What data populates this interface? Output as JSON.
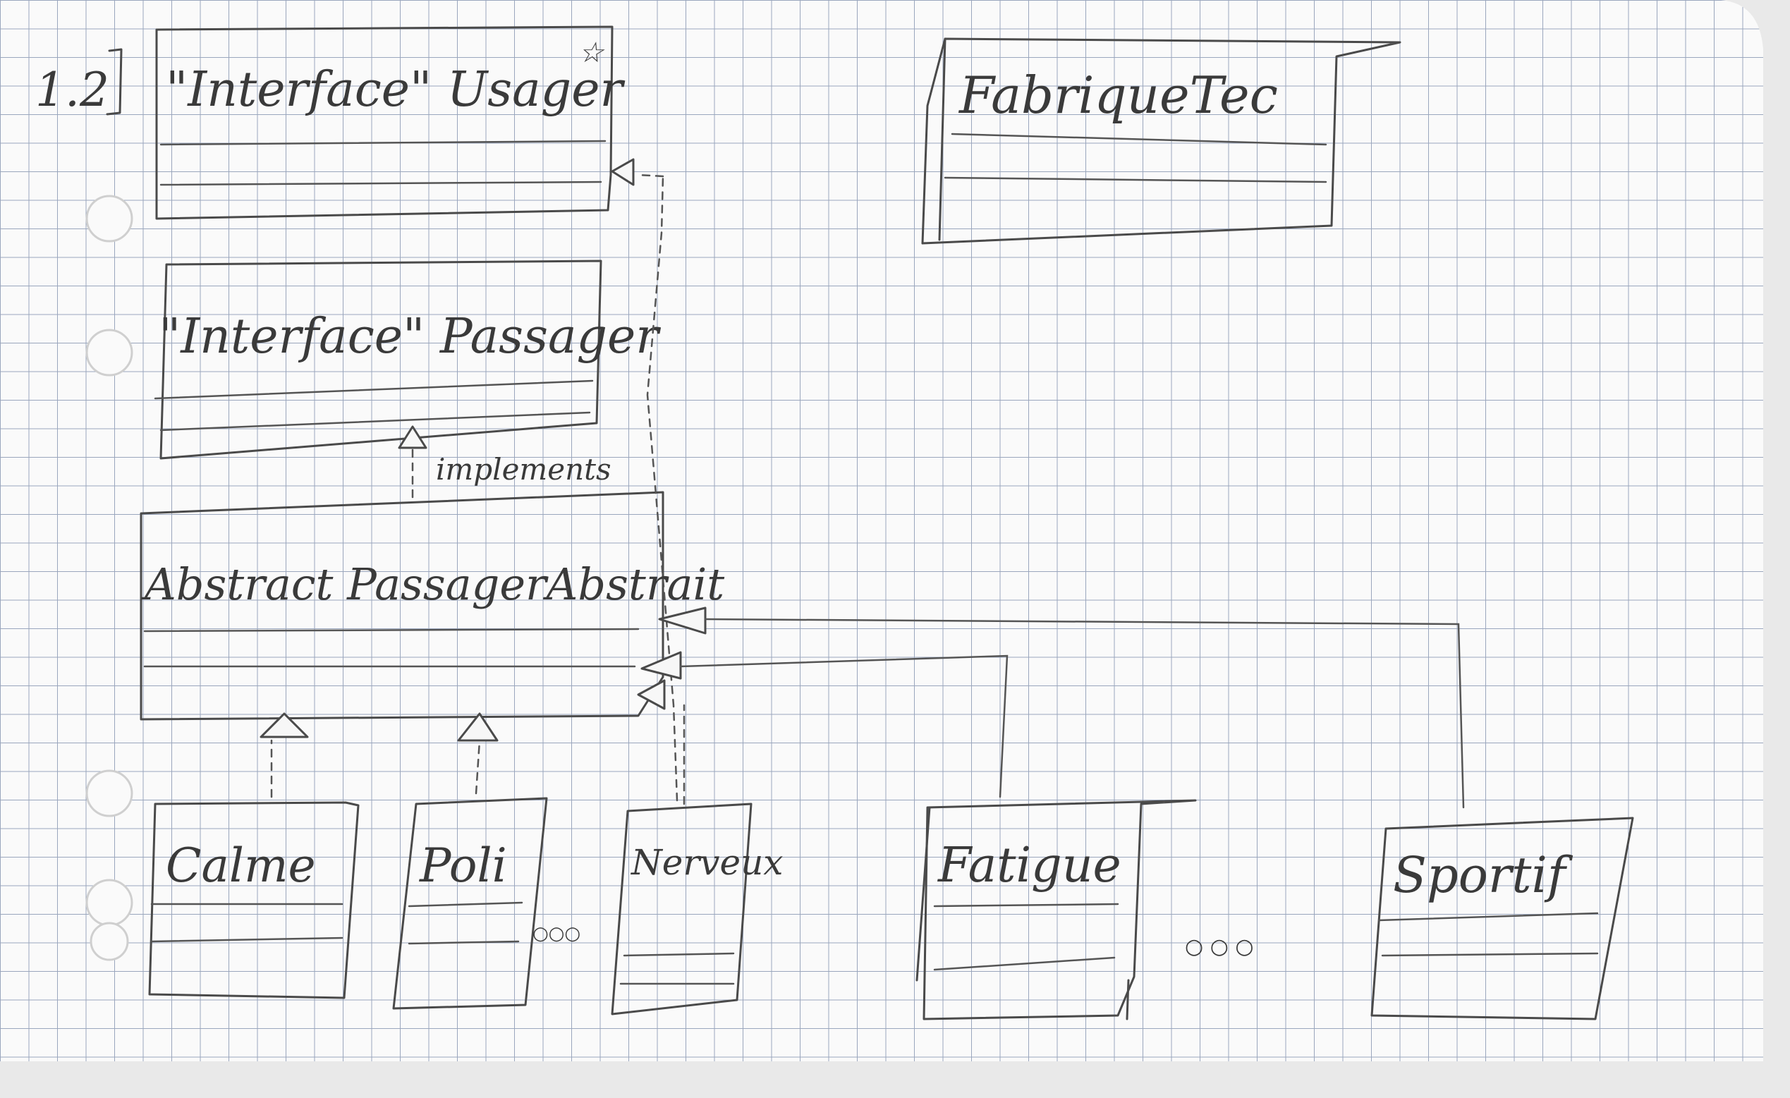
{
  "diagram": {
    "section_label": "1.2",
    "classes": {
      "interface_usager": {
        "name": "\"Interface\" Usager",
        "mark": "☆"
      },
      "interface_passager": {
        "name": "\"Interface\" Passager"
      },
      "passager_abstrait": {
        "name": "Abstract PassagerAbstrait"
      },
      "fabrique": {
        "name": "FabriqueTec"
      },
      "calme": {
        "name": "Calme"
      },
      "poli": {
        "name": "Poli"
      },
      "nerveux": {
        "name": "Nerveux"
      },
      "fatigue": {
        "name": "Fatigue"
      },
      "sportif": {
        "name": "Sportif"
      }
    },
    "relations": {
      "implements_label": "implements"
    },
    "ellipsis_left": "○○○",
    "ellipsis_right": "○ ○ ○"
  },
  "colors": {
    "grid": "#9aa6bd",
    "paper": "#fafafa",
    "ink": "#3a3a3a"
  }
}
